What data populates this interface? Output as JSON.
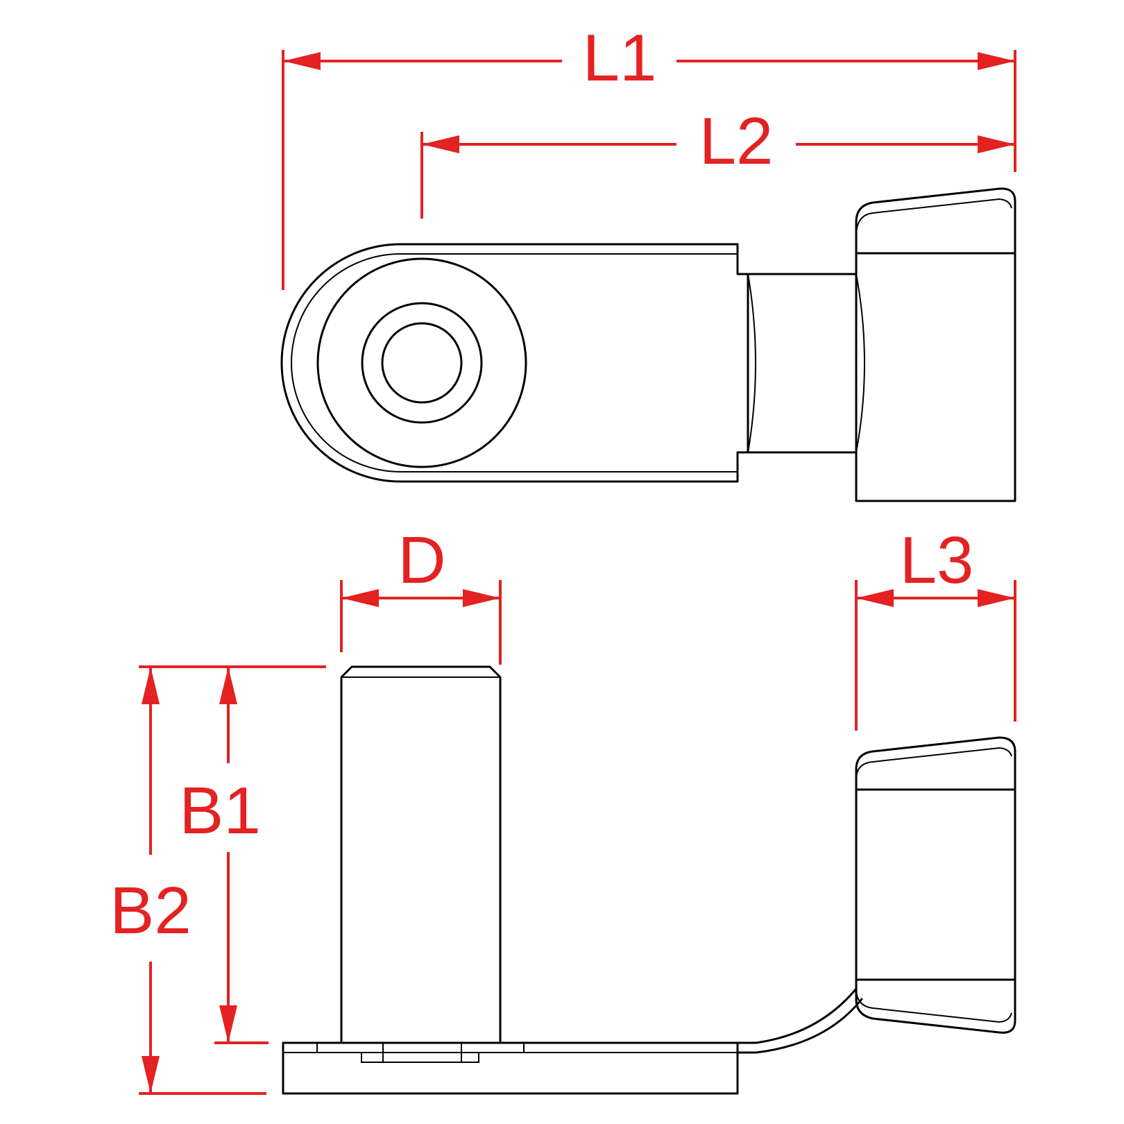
{
  "dimension_labels": {
    "L1": "L1",
    "L2": "L2",
    "L3": "L3",
    "D": "D",
    "B1": "B1",
    "B2": "B2"
  },
  "colors": {
    "dimension": "#e32221",
    "outline": "#000000",
    "background": "#ffffff"
  }
}
